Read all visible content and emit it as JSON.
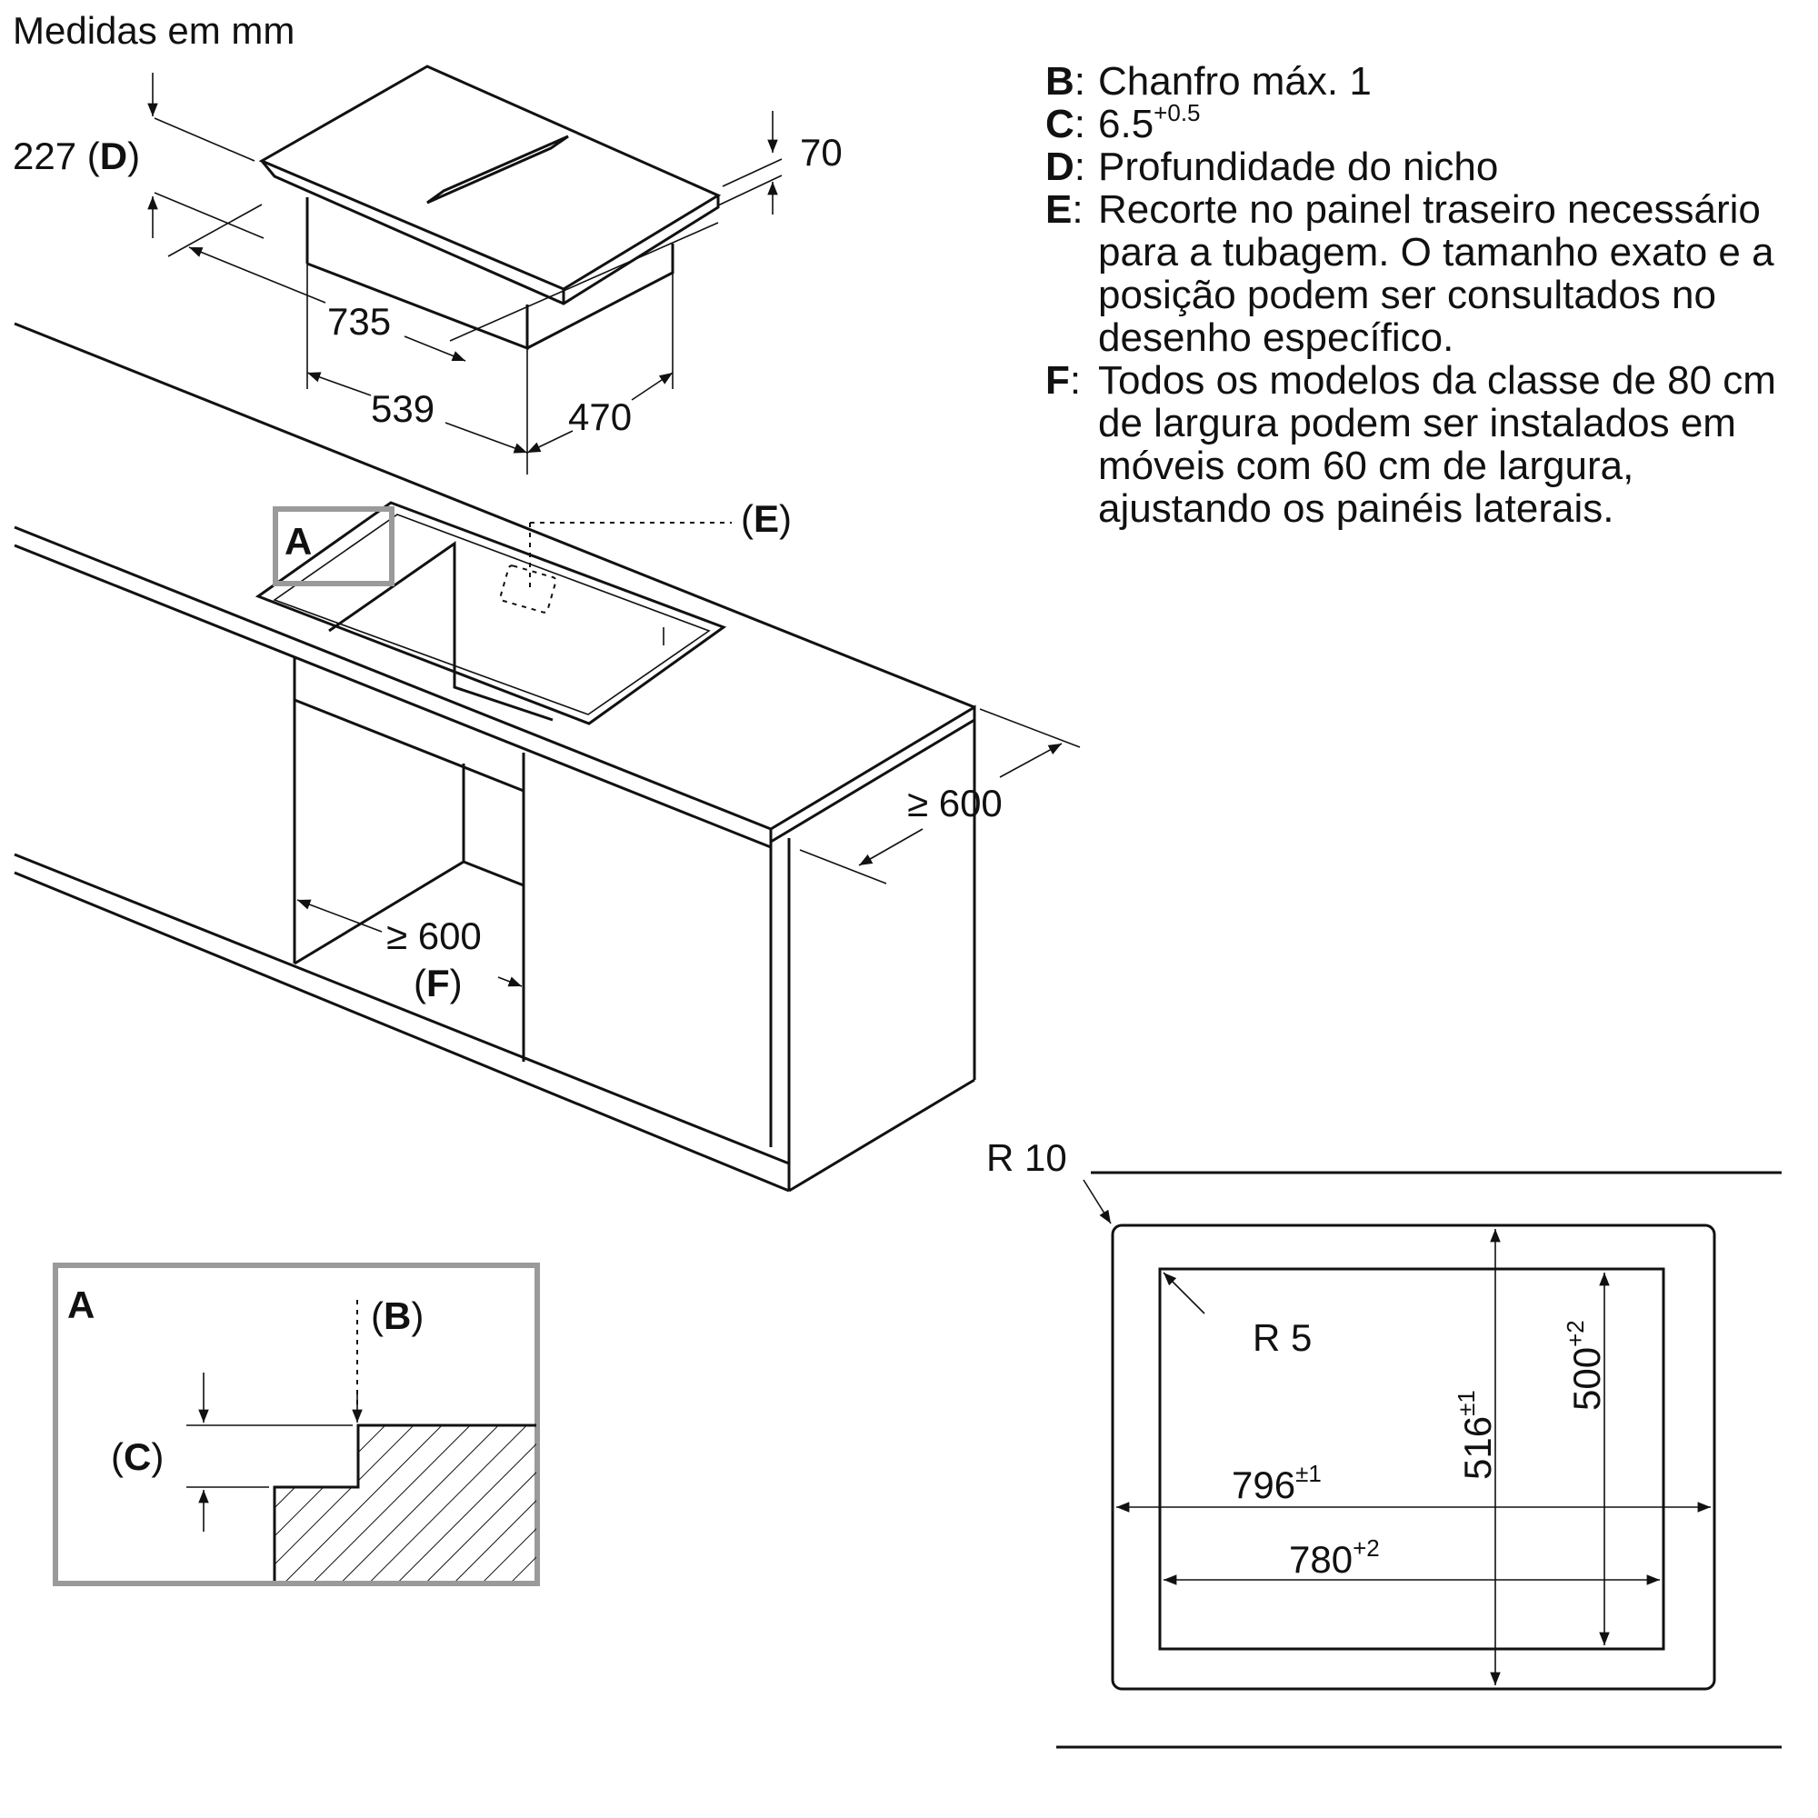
{
  "header": {
    "units_label": "Medidas em mm"
  },
  "legend": [
    {
      "key": "B",
      "sep": ":",
      "text": "Chanfro máx. 1"
    },
    {
      "key": "C",
      "sep": ":",
      "text": "6.5",
      "sup": "+0.5"
    },
    {
      "key": "D",
      "sep": ":",
      "text": "Profundidade do nicho"
    },
    {
      "key": "E",
      "sep": ":",
      "text": "Recorte no painel traseiro necessário para a tubagem. O tamanho exato e a posição podem ser consultados no desenho específico."
    },
    {
      "key": "F",
      "sep": ":",
      "text": "Todos os modelos da classe de 80 cm de largura podem ser instalados em móveis com 60 cm de largura, ajustando os painéis laterais."
    }
  ],
  "hob_dims": {
    "depth_value": "227",
    "depth_key": "D",
    "height": "70",
    "width": "735",
    "body_width": "539",
    "body_depth": "470"
  },
  "cabinet_dims": {
    "depth": "≥ 600",
    "width": "≥ 600",
    "width_key": "F",
    "callout_E": "E",
    "detail_tag": "A"
  },
  "detail_A": {
    "title": "A",
    "label_B": "B",
    "label_C": "C"
  },
  "cutout": {
    "outer_radius": "R 10",
    "inner_radius": "R 5",
    "outer_width": "796",
    "outer_width_tol": "±1",
    "inner_width": "780",
    "inner_width_tol": "+2",
    "outer_depth": "516",
    "outer_depth_tol": "±1",
    "inner_depth": "500",
    "inner_depth_tol": "+2"
  }
}
